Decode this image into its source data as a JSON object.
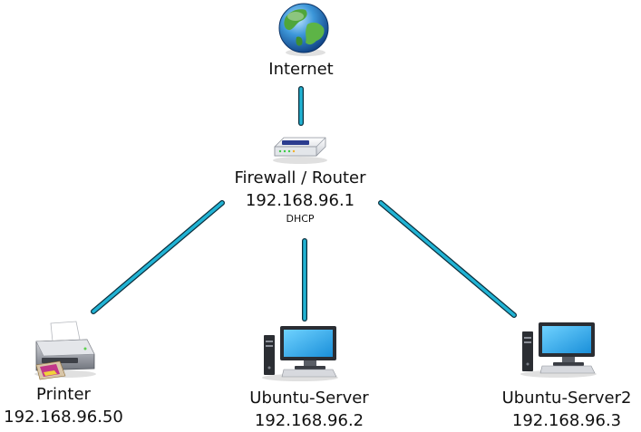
{
  "colors": {
    "link": "#21b3d4",
    "link_edge": "#0b2f3d",
    "text": "#111111"
  },
  "nodes": {
    "internet": {
      "icon": "globe-icon",
      "label": "Internet"
    },
    "router": {
      "icon": "router-icon",
      "label": "Firewall / Router",
      "ip": "192.168.96.1",
      "note": "DHCP"
    },
    "printer": {
      "icon": "printer-icon",
      "label": "Printer",
      "ip": "192.168.96.50"
    },
    "server1": {
      "icon": "desktop-computer-icon",
      "label": "Ubuntu-Server",
      "ip": "192.168.96.2"
    },
    "server2": {
      "icon": "desktop-computer-icon",
      "label": "Ubuntu-Server2",
      "ip": "192.168.96.3"
    }
  },
  "links": [
    {
      "from": "internet",
      "to": "router"
    },
    {
      "from": "router",
      "to": "printer"
    },
    {
      "from": "router",
      "to": "server1"
    },
    {
      "from": "router",
      "to": "server2"
    }
  ]
}
